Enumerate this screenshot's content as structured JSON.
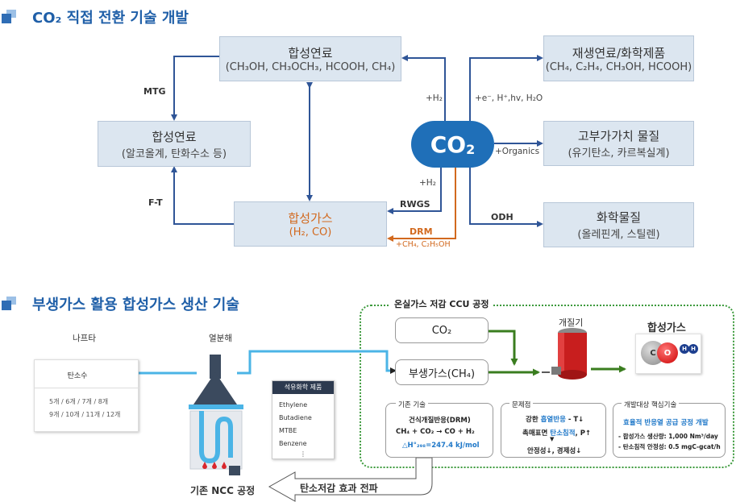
{
  "section1": {
    "title": "CO₂ 직접 전환 기술 개발",
    "co2_label": "CO",
    "co2_sub": "2",
    "box_top_mid": {
      "title": "합성연료",
      "sub": "(CH₃OH, CH₃OCH₃, HCOOH, CH₄)"
    },
    "box_left_mid": {
      "title": "합성연료",
      "sub": "(알코올계, 탄화수소 등)"
    },
    "box_syngas": {
      "title": "합성가스",
      "sub": "(H₂, CO)"
    },
    "box_right_1": {
      "title": "재생연료/화학제품",
      "sub": "(CH₄, C₂H₄, CH₃OH, HCOOH)"
    },
    "box_right_2": {
      "title": "고부가가치 물질",
      "sub": "(유기탄소, 카르복실계)"
    },
    "box_right_3": {
      "title": "화학물질",
      "sub": "(올레핀계, 스틸렌)"
    },
    "labels": {
      "mtg": "MTG",
      "ft": "F-T",
      "h2_top": "+H₂",
      "electro": "+e⁻, H⁺,hv, H₂O",
      "organics": "+Organics",
      "h2_low": "+H₂",
      "rwgs": "RWGS",
      "drm": "DRM",
      "drm_sub": "+CH₄, C₂H₅OH",
      "odh": "ODH"
    }
  },
  "section2": {
    "title": "부생가스 활용 합성가스 생산 기술",
    "naphtha": "나프타",
    "pyrolysis": "열분해",
    "hydrocarbon_card": {
      "title": "탄소수",
      "line1": "5개 / 6개 / 7개 / 8개",
      "line2": "9개 / 10개 / 11개 / 12개"
    },
    "products": {
      "title": "석유화학 제품",
      "items": [
        "Ethylene",
        "Butadiene",
        "MTBE",
        "Benzene",
        "⋮"
      ]
    },
    "ncc_label": "기존 NCC 공정",
    "carbon_effect": "탄소저감 효과 전파",
    "ccu_title": "온실가스 저감 CCU 공정",
    "co2_pill": "CO₂",
    "byproduct_pill": "부생가스(CH₄)",
    "reformer_label": "개질기",
    "syngas_label": "합성가스",
    "molecule": {
      "c": "C",
      "o": "O",
      "h1": "H",
      "h2": "H"
    },
    "existing": {
      "title": "기존 기술",
      "l1": "건식개질반응(DRM)",
      "l2": "CH₄ + CO₂ → CO + H₂",
      "l3": "△H°₂₉₈=247.4 kJ/mol"
    },
    "problem": {
      "title": "문제점",
      "l1a": "강한 ",
      "l1b": "흡열반응",
      "l1c": " - T↓",
      "l2a": "촉매표면 ",
      "l2b": "탄소침적",
      "l2c": ", P↑",
      "arrow": "▼",
      "l3": "안정성↓, 경제성↓"
    },
    "core": {
      "title": "개발대상 핵심기술",
      "l1": "효율적 반응열 공급 공정 개발",
      "l2": "- 합성가스 생산량: 1,000 Nm³/day",
      "l3": "- 탄소침적 안정성: 0.5 mgC-gcat/h"
    }
  }
}
